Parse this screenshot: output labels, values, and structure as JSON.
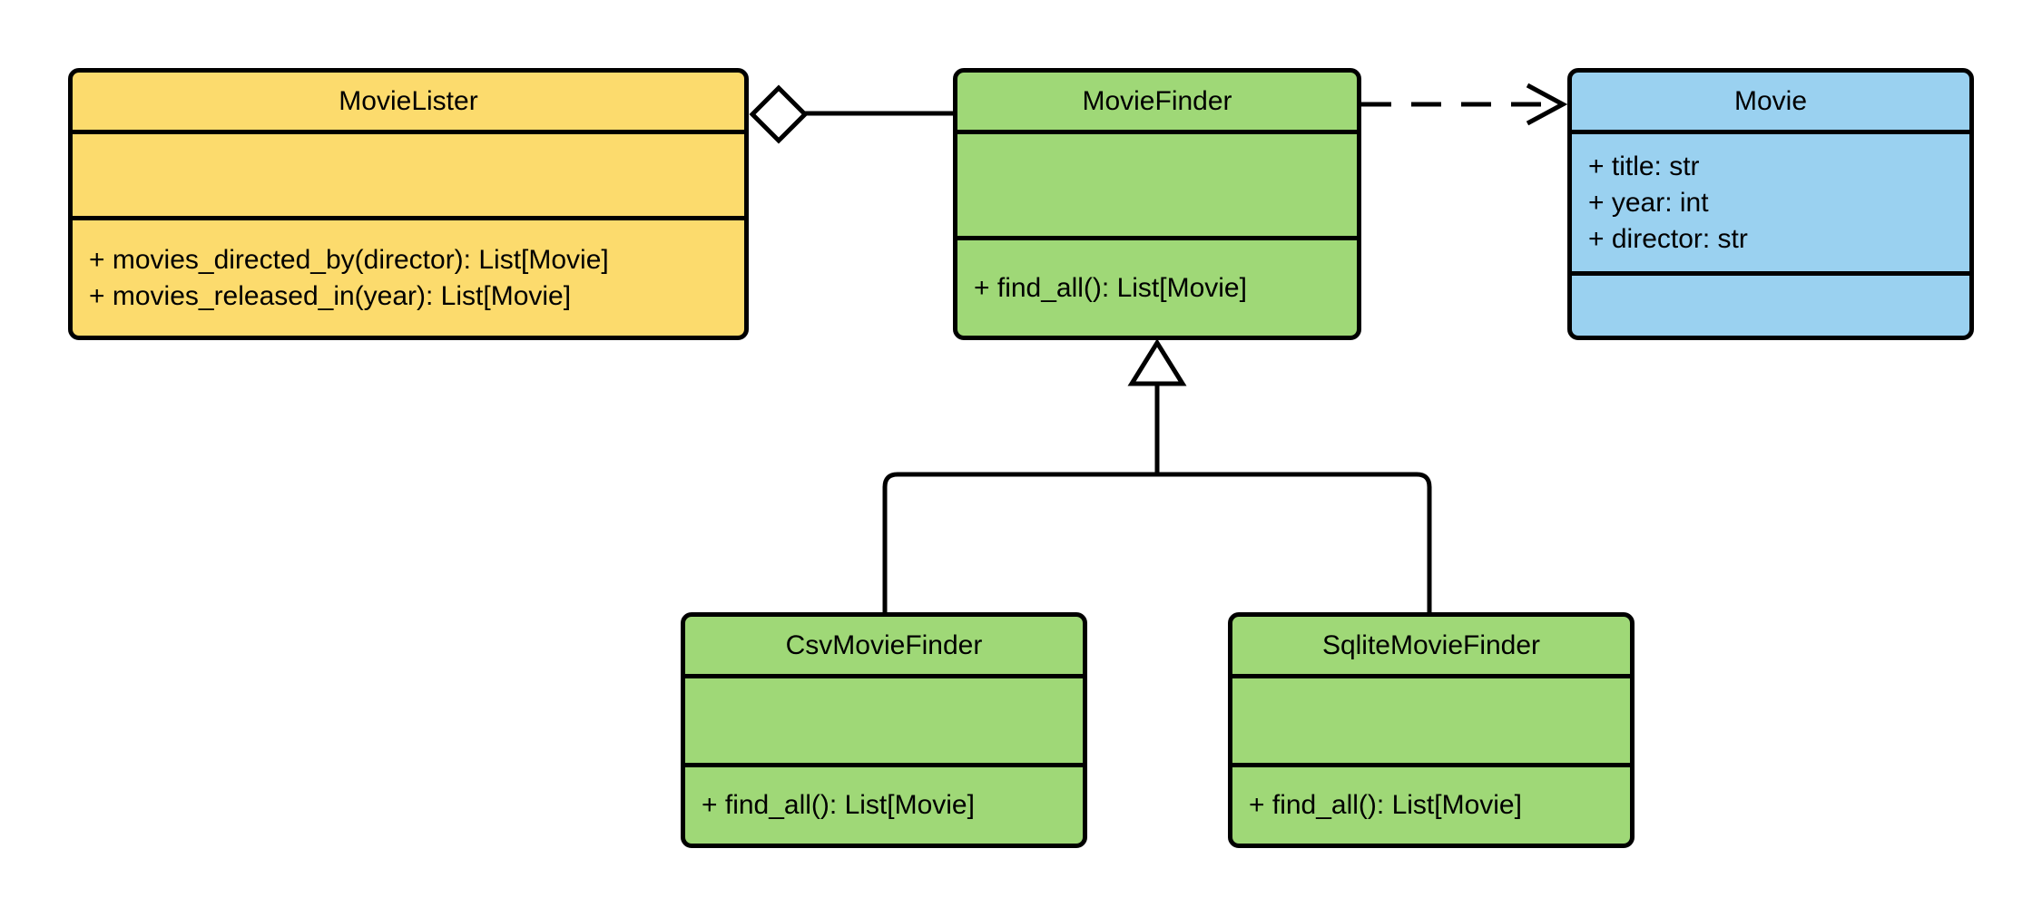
{
  "diagram": {
    "type": "uml-class-diagram",
    "colors": {
      "background": "#FFFFFF",
      "stroke": "#000000",
      "text": "#000000",
      "connector_fill": "#FFFFFF",
      "yellow": "#FCDB6D",
      "green": "#9FD877",
      "blue": "#9AD1F0"
    },
    "classes": [
      {
        "name": "MovieLister",
        "fill": "#FCDB6D",
        "attributes": [],
        "methods": [
          "+ movies_directed_by(director): List[Movie]",
          "+ movies_released_in(year): List[Movie]"
        ]
      },
      {
        "name": "MovieFinder",
        "fill": "#9FD877",
        "attributes": [],
        "methods": [
          "+ find_all(): List[Movie]"
        ]
      },
      {
        "name": "Movie",
        "fill": "#9AD1F0",
        "attributes": [
          "+ title: str",
          "+ year: int",
          "+ director: str"
        ],
        "methods": []
      },
      {
        "name": "CsvMovieFinder",
        "fill": "#9FD877",
        "attributes": [],
        "methods": [
          "+ find_all(): List[Movie]"
        ]
      },
      {
        "name": "SqliteMovieFinder",
        "fill": "#9FD877",
        "attributes": [],
        "methods": [
          "+ find_all(): List[Movie]"
        ]
      }
    ],
    "relationships": [
      {
        "type": "aggregation",
        "from": "MovieLister",
        "to": "MovieFinder"
      },
      {
        "type": "dependency",
        "from": "MovieFinder",
        "to": "Movie"
      },
      {
        "type": "generalization",
        "from": "CsvMovieFinder",
        "to": "MovieFinder"
      },
      {
        "type": "generalization",
        "from": "SqliteMovieFinder",
        "to": "MovieFinder"
      }
    ]
  }
}
